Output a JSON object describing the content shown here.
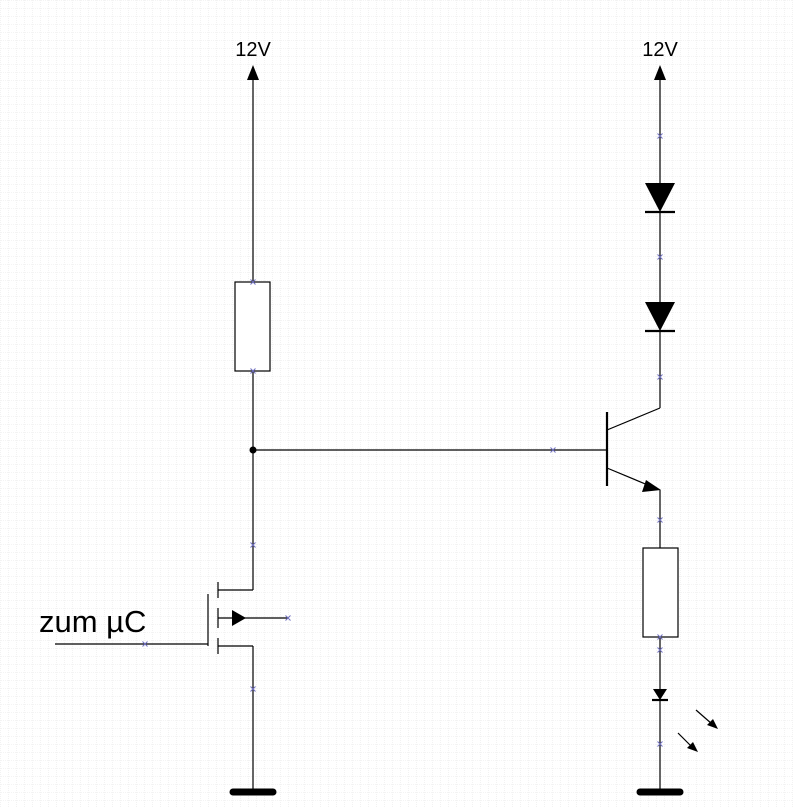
{
  "supply_left": {
    "label": "12V"
  },
  "supply_right": {
    "label": "12V"
  },
  "input": {
    "label": "zum µC"
  },
  "colors": {
    "grid": "#d4d4d4",
    "wire": "#000000",
    "node_marker": "#7070c0"
  }
}
